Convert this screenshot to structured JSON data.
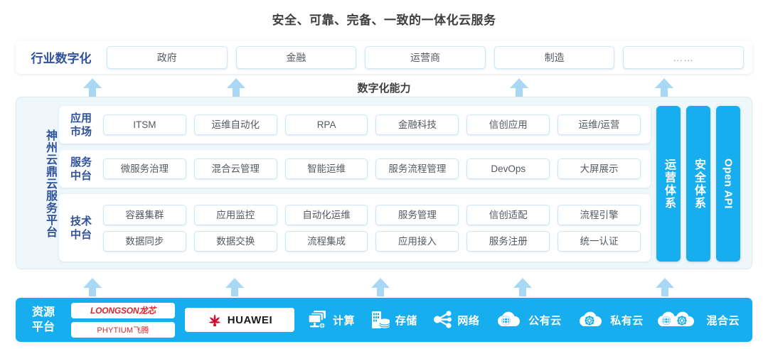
{
  "title": "安全、可靠、完备、一致的一体化云服务",
  "capability_caption": "数字化能力",
  "industry": {
    "label": "行业数字化",
    "items": [
      "政府",
      "金融",
      "运营商",
      "制造",
      "……"
    ]
  },
  "platform": {
    "label": "神州云鼎云服务平台",
    "sections": [
      {
        "name": "app-market",
        "label_line1": "应用",
        "label_line2": "市场",
        "rows": [
          [
            "ITSM",
            "运维自动化",
            "RPA",
            "金融科技",
            "信创应用",
            "运维/运营"
          ]
        ]
      },
      {
        "name": "service-mid",
        "label_line1": "服务",
        "label_line2": "中台",
        "rows": [
          [
            "微服务治理",
            "混合云管理",
            "智能运维",
            "服务流程管理",
            "DevOps",
            "大屏展示"
          ]
        ]
      },
      {
        "name": "tech-mid",
        "label_line1": "技术",
        "label_line2": "中台",
        "rows": [
          [
            "容器集群",
            "应用监控",
            "自动化运维",
            "服务管理",
            "信创适配",
            "流程引擎"
          ],
          [
            "数据同步",
            "数据交换",
            "流程集成",
            "应用接入",
            "服务注册",
            "统一认证"
          ]
        ]
      }
    ],
    "vertical_bars": [
      {
        "name": "operations-system",
        "text": "运营体系",
        "script": "cjk"
      },
      {
        "name": "security-system",
        "text": "安全体系",
        "script": "cjk"
      },
      {
        "name": "open-api",
        "text": "Open API",
        "script": "latin"
      }
    ]
  },
  "resource": {
    "label_line1": "资源",
    "label_line2": "平台",
    "logos": [
      {
        "name": "loongson-logo",
        "text": "LOONGSON龙芯"
      },
      {
        "name": "phytium-logo",
        "text": "PHYTIUM飞腾"
      },
      {
        "name": "huawei-logo",
        "text": "HUAWEI"
      }
    ],
    "items": [
      {
        "icon": "compute-icon",
        "label": "计算"
      },
      {
        "icon": "storage-icon",
        "label": "存储"
      },
      {
        "icon": "network-icon",
        "label": "网络"
      },
      {
        "icon": "public-cloud-icon",
        "label": "公有云"
      },
      {
        "icon": "private-cloud-icon",
        "label": "私有云"
      },
      {
        "icon": "hybrid-cloud-icon",
        "label": "混合云"
      }
    ]
  },
  "colors": {
    "brand_blue": "#16aeee",
    "arrow_blue": "#a8d8f3",
    "label_navy": "#30529b",
    "panel_bg": "#eff7fb",
    "chip_border": "#cfe6f5",
    "logo_red": "#d7262c"
  },
  "arrows": {
    "upper": [
      130,
      332,
      730,
      934
    ],
    "lower": [
      130,
      330,
      535,
      735,
      935
    ]
  }
}
